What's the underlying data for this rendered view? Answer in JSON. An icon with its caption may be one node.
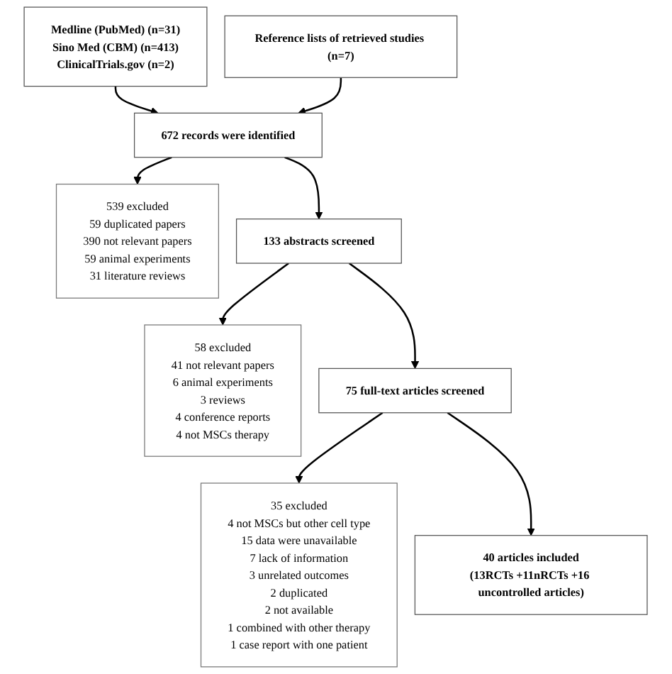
{
  "diagram": {
    "nodes": [
      {
        "text": [
          "Medline (PubMed) (n=31)",
          "Sino Med (CBM) (n=413)",
          "ClinicalTrials.gov (n=2)"
        ]
      },
      {
        "text": [
          "Reference lists of retrieved studies (n=7)"
        ]
      },
      {
        "text": [
          "672 records were identified"
        ]
      },
      {
        "text": [
          "539 excluded",
          "59 duplicated papers",
          "390 not relevant papers",
          "59 animal experiments",
          "31 literature reviews"
        ]
      },
      {
        "text": [
          "133 abstracts screened"
        ]
      },
      {
        "text": [
          "58 excluded",
          "41 not relevant papers",
          "6 animal experiments",
          "3 reviews",
          "4 conference reports",
          "4 not MSCs therapy"
        ]
      },
      {
        "text": [
          "75 full-text articles screened"
        ]
      },
      {
        "text": [
          "35 excluded",
          "4 not MSCs but other cell type",
          "15 data were unavailable",
          "7 lack of information",
          "3 unrelated outcomes",
          "2 duplicated",
          "2 not available",
          "1 combined with other therapy",
          "1 case report with one patient"
        ]
      },
      {
        "text": [
          "40 articles included",
          "(13RCTs +11nRCTs +16 uncontrolled articles)"
        ]
      }
    ],
    "edges": [
      {
        "from": 0,
        "to": 2,
        "arrow": "to"
      },
      {
        "from": 1,
        "to": 2,
        "arrow": "to"
      },
      {
        "from": 2,
        "to": 3,
        "arrow": "to"
      },
      {
        "from": 2,
        "to": 4,
        "arrow": "to"
      },
      {
        "from": 4,
        "to": 5,
        "arrow": "to"
      },
      {
        "from": 4,
        "to": 6,
        "arrow": "to"
      },
      {
        "from": 6,
        "to": 7,
        "arrow": "to"
      },
      {
        "from": 6,
        "to": 8,
        "arrow": "to"
      }
    ]
  }
}
